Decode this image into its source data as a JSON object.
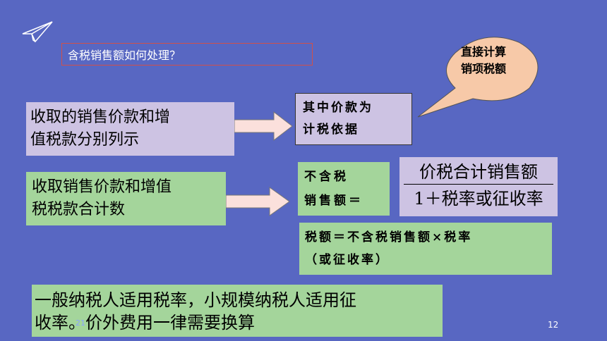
{
  "title": "含税销售额如何处理？",
  "callout": {
    "line1": "直接计算",
    "line2": "销项税额"
  },
  "box_separate": {
    "line1": "收取的销售价款和增",
    "line2": "值税款分别列示"
  },
  "box_basis": {
    "line1": "其中价款为",
    "line2": "计税依据"
  },
  "box_combined": {
    "line1": "收取销售价款和增值",
    "line2": "税税款合计数"
  },
  "box_exclusive": {
    "line1": "不含税",
    "line2": "销售额＝"
  },
  "formula": {
    "numerator": "价税合计销售额",
    "denominator": "1＋税率或征收率"
  },
  "box_tax": {
    "line1": "税额＝不含税销售额×税率",
    "line2": "（或征收率）"
  },
  "note": {
    "line1": "一般纳税人适用税率，小规模纳税人适用征",
    "line2": "收率。价外费用一律需要换算"
  },
  "footer": {
    "date": "21",
    "page": "12"
  },
  "colors": {
    "background": "#5867c2",
    "callout": "#f7c9a8",
    "lavender": "#cdc3e3",
    "green": "#a4d59b",
    "arrow": "#fbe0dc"
  }
}
